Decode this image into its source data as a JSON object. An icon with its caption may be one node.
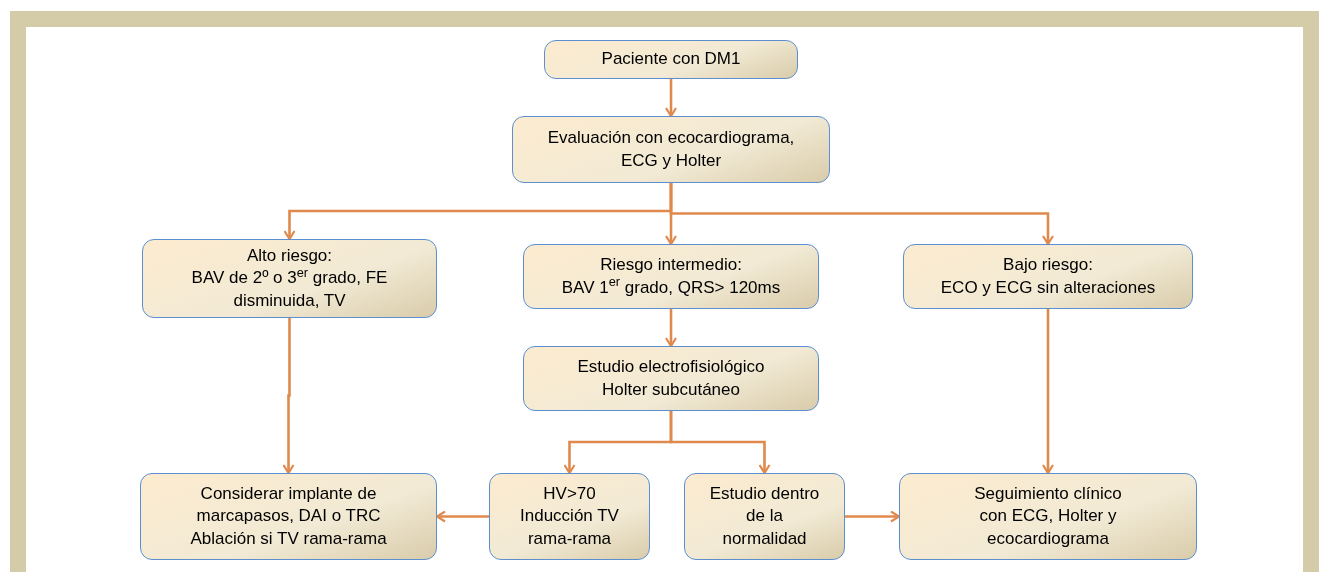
{
  "diagram": {
    "nodes": [
      {
        "text": [
          "Paciente con DM1"
        ]
      },
      {
        "text": [
          "Evaluación con ecocardiograma, ECG y Holter"
        ]
      },
      {
        "text": [
          "Alto riesgo:",
          "BAV de 2º o 3$^{er}$ grado, FE disminuida, TV"
        ]
      },
      {
        "text": [
          "Riesgo intermedio:",
          "BAV 1$^{er}$ grado, QRS> 120ms"
        ]
      },
      {
        "text": [
          "Bajo riesgo:",
          "ECO y ECG sin alteraciones"
        ]
      },
      {
        "text": [
          "Estudio electrofisiológico Holter subcutáneo"
        ]
      },
      {
        "text": [
          "Considerar implante de marcapasos, DAI o TRC Ablación si TV rama-rama"
        ]
      },
      {
        "text": [
          "HV>70 Inducción TV rama-rama"
        ]
      },
      {
        "text": [
          "Estudio dentro de la normalidad"
        ]
      },
      {
        "text": [
          "Seguimiento clínico con ECG, Holter y ecocardiograma"
        ]
      }
    ],
    "edges": [
      {
        "from": 0,
        "to": 1,
        "arrow": "to"
      },
      {
        "from": 1,
        "to": 2,
        "arrow": "to"
      },
      {
        "from": 1,
        "to": 3,
        "arrow": "to"
      },
      {
        "from": 1,
        "to": 4,
        "arrow": "to"
      },
      {
        "from": 3,
        "to": 5,
        "arrow": "to"
      },
      {
        "from": 2,
        "to": 6,
        "arrow": "to"
      },
      {
        "from": 4,
        "to": 9,
        "arrow": "to"
      },
      {
        "from": 5,
        "to": 7,
        "arrow": "to"
      },
      {
        "from": 5,
        "to": 8,
        "arrow": "to"
      },
      {
        "from": 7,
        "to": 6,
        "arrow": "to"
      },
      {
        "from": 8,
        "to": 9,
        "arrow": "to"
      }
    ]
  }
}
